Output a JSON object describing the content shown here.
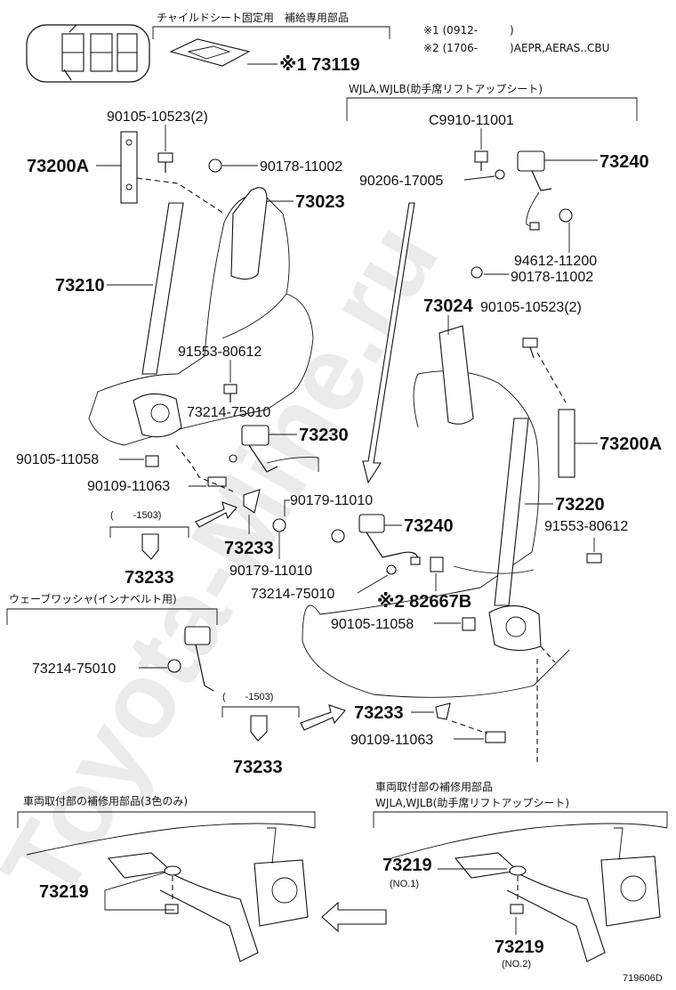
{
  "notes": {
    "child_seat_header": "チャイルドシート固定用　補給専用部品",
    "note1": "※1 (0912-　　　)",
    "note2": "※2 (1706-　　　)AEPR,AERAS..CBU",
    "wjla_lift": "WJLA,WJLB(助手席リフトアップシート)",
    "wave_washer": "ウェーブワッシャ(インナベルト用)",
    "repair_left": "車両取付部の補修用部品(3色のみ)",
    "repair_right_1": "車両取付部の補修用部品",
    "repair_right_2": "WJLA,WJLB(助手席リフトアップシート)",
    "range_1503_a": "(　　-1503)",
    "range_1503_b": "(　　-1503)",
    "no1": "(NO.1)",
    "no2": "(NO.2)",
    "diagram_id": "719606D",
    "watermark": "Toyota-Mine.ru"
  },
  "parts": {
    "p73119": "※1 73119",
    "p90105_10523_l": "90105-10523(2)",
    "p73200A_l": "73200A",
    "p90178_11002_l": "90178-11002",
    "p73023": "73023",
    "p73210": "73210",
    "p91553_80612_l": "91553-80612",
    "p73214_75010_a": "73214-75010",
    "p73230": "73230",
    "p90105_11058_l": "90105-11058",
    "p90109_11063_l": "90109-11063",
    "p73233_a": "73233",
    "p73233_b": "73233",
    "p90179_11010_a": "90179-11010",
    "p90179_11010_b": "90179-11010",
    "p73240_mid": "73240",
    "p73214_75010_b": "73214-75010",
    "p82667B": "※2 82667B",
    "p90105_11058_r": "90105-11058",
    "pC9910_11001": "C9910-11001",
    "p73240_top": "73240",
    "p90206_17005": "90206-17005",
    "p94612_11200": "94612-11200",
    "p90178_11002_r": "90178-11002",
    "p73024": "73024",
    "p90105_10523_r": "90105-10523(2)",
    "p73200A_r": "73200A",
    "p73220": "73220",
    "p91553_80612_r": "91553-80612",
    "p73214_75010_c": "73214-75010",
    "p73233_c": "73233",
    "p73233_d": "73233",
    "p90109_11063_r": "90109-11063",
    "p73219_l": "73219",
    "p73219_r1": "73219",
    "p73219_r2": "73219"
  }
}
